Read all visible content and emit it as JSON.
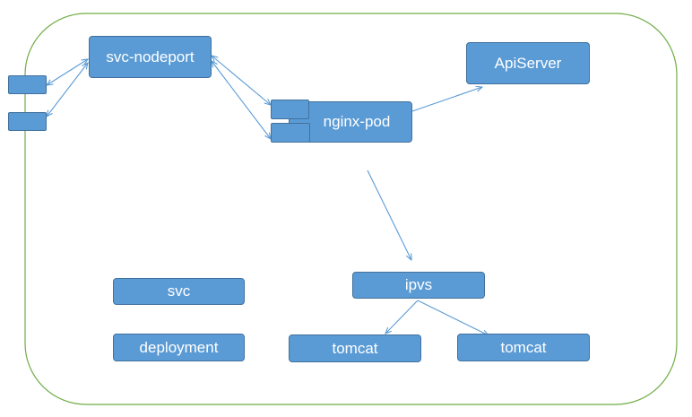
{
  "diagram": {
    "colors": {
      "container_border": "#70ad47",
      "box_fill": "#5b9bd5",
      "box_border": "#41719c",
      "arrow": "#5b9bd5",
      "text": "#ffffff"
    },
    "nodes": {
      "svc_nodeport": "svc-nodeport",
      "nginx_pod": "nginx-pod",
      "apiserver": "ApiServer",
      "ipvs": "ipvs",
      "svc": "svc",
      "deployment": "deployment",
      "tomcat_1": "tomcat",
      "tomcat_2": "tomcat"
    },
    "edges": [
      {
        "from": "port-left-top",
        "to": "svc-nodeport",
        "style": "bidirectional"
      },
      {
        "from": "port-left-bottom",
        "to": "svc-nodeport",
        "style": "bidirectional"
      },
      {
        "from": "svc-nodeport",
        "to": "nginx-port-top",
        "style": "bidirectional"
      },
      {
        "from": "svc-nodeport",
        "to": "nginx-port-bottom",
        "style": "bidirectional"
      },
      {
        "from": "nginx-pod",
        "to": "ApiServer",
        "style": "directed"
      },
      {
        "from": "nginx-pod",
        "to": "ipvs",
        "style": "directed"
      },
      {
        "from": "ipvs",
        "to": "tomcat",
        "style": "directed"
      },
      {
        "from": "ipvs",
        "to": "tomcat",
        "style": "directed"
      }
    ]
  }
}
